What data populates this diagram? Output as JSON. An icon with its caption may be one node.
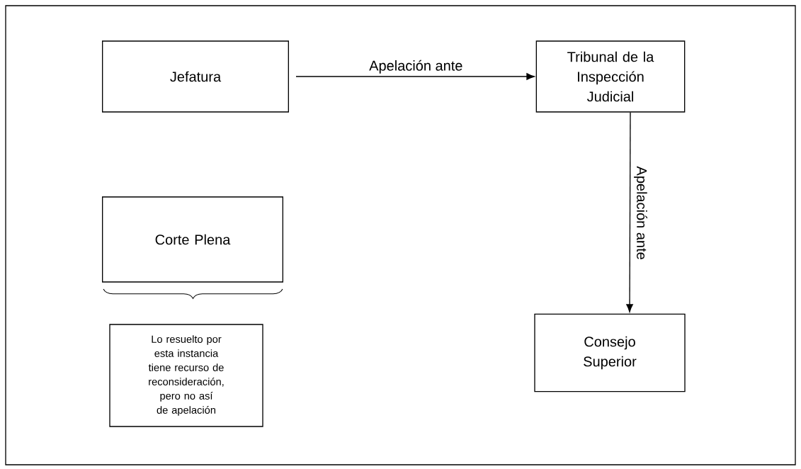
{
  "diagram": {
    "nodes": [
      {
        "text": [
          "Jefatura"
        ]
      },
      {
        "text": [
          "Tribunal de la Inspección Judicial"
        ]
      },
      {
        "text": [
          "Corte Plena"
        ]
      },
      {
        "text": [
          "Lo resuelto por esta instancia tiene recurso de reconsideración, pero no así de apelación"
        ]
      },
      {
        "text": [
          "Consejo Superior"
        ]
      }
    ],
    "edges": [
      {
        "from": 0,
        "to": 1,
        "arrow": "to",
        "label": "Apelación ante"
      },
      {
        "from": 1,
        "to": 4,
        "arrow": "to",
        "label": "Apelación ante"
      }
    ]
  }
}
